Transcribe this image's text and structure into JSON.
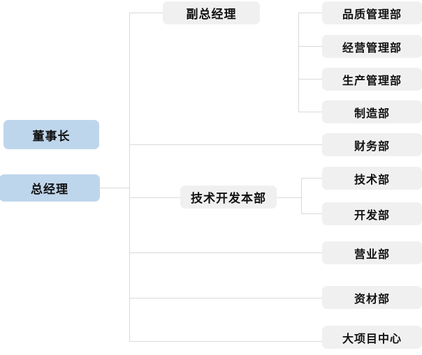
{
  "chart": {
    "type": "org-chart",
    "title": "",
    "colors": {
      "executive_box_fill": "#bed6ec",
      "department_box_fill": "#f0f0f0",
      "connector_line": "#d9d9d9",
      "text": "#111111",
      "background": "#ffffff"
    },
    "nodes": {
      "chairman": {
        "label": "董事长"
      },
      "general_manager": {
        "label": "总经理"
      },
      "deputy_general_manager": {
        "label": "副总经理"
      },
      "tech_development_hq": {
        "label": "技术开发本部"
      },
      "quality_management": {
        "label": "品质管理部"
      },
      "business_management": {
        "label": "经营管理部"
      },
      "production_management": {
        "label": "生产管理部"
      },
      "manufacturing": {
        "label": "制造部"
      },
      "finance": {
        "label": "财务部"
      },
      "technology": {
        "label": "技术部"
      },
      "development": {
        "label": "开发部"
      },
      "sales": {
        "label": "营业部"
      },
      "materials": {
        "label": "资材部"
      },
      "major_project_center": {
        "label": "大项目中心"
      }
    },
    "hierarchy": [
      {
        "node": "chairman",
        "children": []
      },
      {
        "node": "general_manager",
        "children": [
          {
            "node": "deputy_general_manager",
            "children": [
              {
                "node": "quality_management"
              },
              {
                "node": "business_management"
              },
              {
                "node": "production_management"
              },
              {
                "node": "manufacturing"
              }
            ]
          },
          {
            "node": "finance"
          },
          {
            "node": "tech_development_hq",
            "children": [
              {
                "node": "technology"
              },
              {
                "node": "development"
              }
            ]
          },
          {
            "node": "sales"
          },
          {
            "node": "materials"
          },
          {
            "node": "major_project_center"
          }
        ]
      }
    ]
  }
}
